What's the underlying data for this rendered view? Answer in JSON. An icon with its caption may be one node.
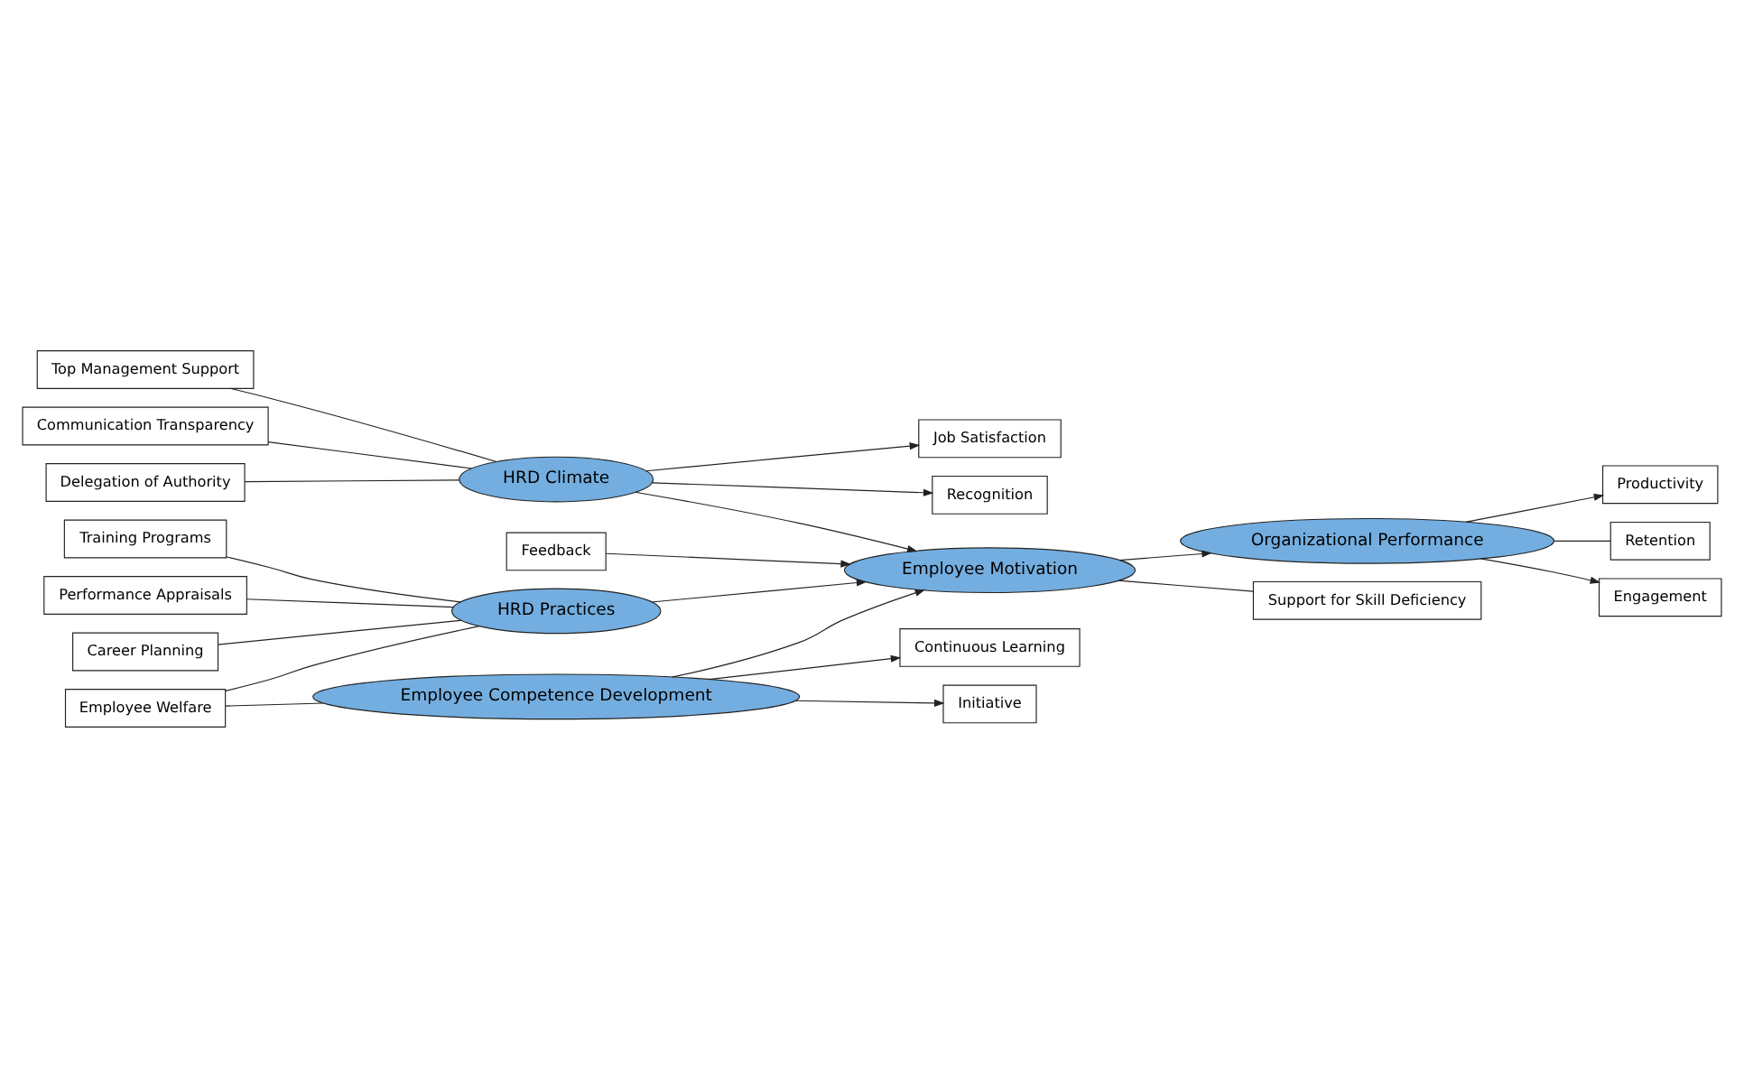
{
  "diagram": {
    "nodes": [
      {
        "text": [
          "Top Management Support"
        ]
      },
      {
        "text": [
          "HRD Climate"
        ]
      },
      {
        "text": [
          "Job Satisfaction"
        ]
      },
      {
        "text": [
          "Communication Transparency"
        ]
      },
      {
        "text": [
          "Recognition"
        ]
      },
      {
        "text": [
          "Delegation of Authority"
        ]
      },
      {
        "text": [
          "Feedback"
        ]
      },
      {
        "text": [
          "Training Programs"
        ]
      },
      {
        "text": [
          "HRD Practices"
        ]
      },
      {
        "text": [
          "Employee Motivation"
        ]
      },
      {
        "text": [
          "Organizational Performance"
        ]
      },
      {
        "text": [
          "Productivity"
        ]
      },
      {
        "text": [
          "Performance Appraisals"
        ]
      },
      {
        "text": [
          "Retention"
        ]
      },
      {
        "text": [
          "Engagement"
        ]
      },
      {
        "text": [
          "Career Planning"
        ]
      },
      {
        "text": [
          "Support for Skill Deficiency"
        ]
      },
      {
        "text": [
          "Continuous Learning"
        ]
      },
      {
        "text": [
          "Employee Welfare"
        ]
      },
      {
        "text": [
          "Employee Competence Development"
        ]
      },
      {
        "text": [
          "Initiative"
        ]
      }
    ],
    "edges": [
      {
        "from": 0,
        "to": 1,
        "arrow": "none"
      },
      {
        "from": 3,
        "to": 1,
        "arrow": "none"
      },
      {
        "from": 5,
        "to": 1,
        "arrow": "none"
      },
      {
        "from": 1,
        "to": 2,
        "arrow": "to"
      },
      {
        "from": 1,
        "to": 4,
        "arrow": "to"
      },
      {
        "from": 1,
        "to": 9,
        "arrow": "to"
      },
      {
        "from": 6,
        "to": 9,
        "arrow": "to"
      },
      {
        "from": 7,
        "to": 8,
        "arrow": "none"
      },
      {
        "from": 12,
        "to": 8,
        "arrow": "none"
      },
      {
        "from": 15,
        "to": 8,
        "arrow": "none"
      },
      {
        "from": 18,
        "to": 8,
        "arrow": "none"
      },
      {
        "from": 8,
        "to": 9,
        "arrow": "to"
      },
      {
        "from": 18,
        "to": 19,
        "arrow": "none"
      },
      {
        "from": 19,
        "to": 9,
        "arrow": "to"
      },
      {
        "from": 9,
        "to": 16,
        "arrow": "none"
      },
      {
        "from": 19,
        "to": 17,
        "arrow": "to"
      },
      {
        "from": 19,
        "to": 20,
        "arrow": "to"
      },
      {
        "from": 9,
        "to": 10,
        "arrow": "to"
      },
      {
        "from": 10,
        "to": 11,
        "arrow": "to"
      },
      {
        "from": 10,
        "to": 13,
        "arrow": "none"
      },
      {
        "from": 10,
        "to": 14,
        "arrow": "to"
      }
    ]
  }
}
